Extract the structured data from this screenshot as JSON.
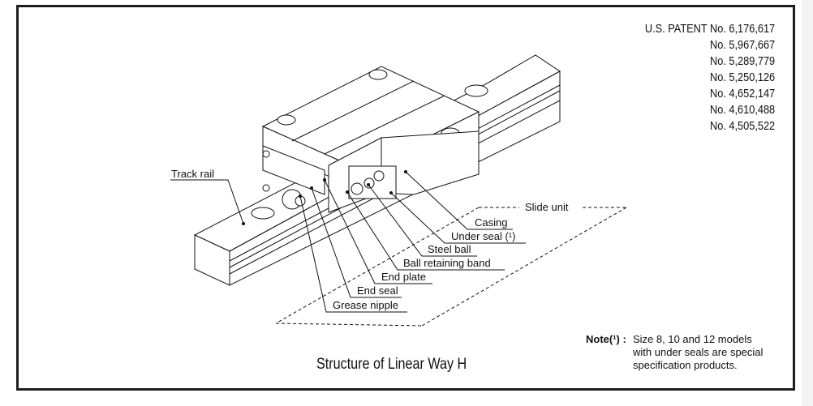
{
  "patents": {
    "prefix": "U.S. PATENT",
    "numbers": [
      "No. 6,176,617",
      "No. 5,967,667",
      "No. 5,289,779",
      "No. 5,250,126",
      "No. 4,652,147",
      "No. 4,610,488",
      "No. 4,505,522"
    ]
  },
  "labels": {
    "track_rail": "Track rail",
    "slide_unit": "Slide unit",
    "casing": "Casing",
    "under_seal": "Under seal (¹)",
    "steel_ball": "Steel ball",
    "ball_retaining_band": "Ball retaining band",
    "end_plate": "End plate",
    "end_seal": "End seal",
    "grease_nipple": "Grease nipple"
  },
  "title": "Structure of Linear Way H",
  "note": {
    "label": "Note(¹) :",
    "lines": [
      "Size 8, 10 and 12 models",
      "with under seals are special",
      "specification products."
    ]
  }
}
